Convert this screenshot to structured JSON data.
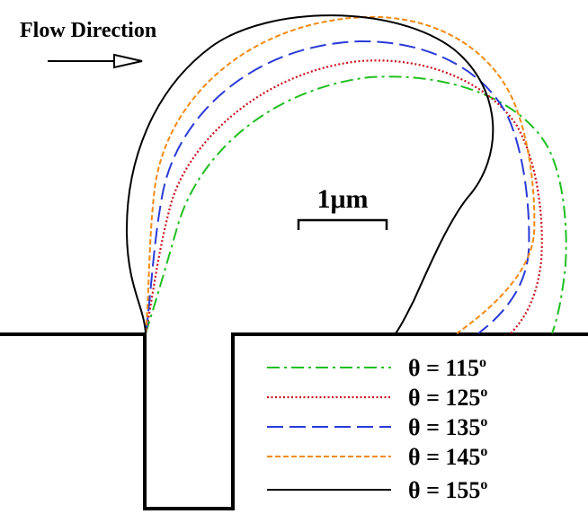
{
  "header": {
    "flow_label": "Flow Direction"
  },
  "scale_bar": {
    "label": "1μm"
  },
  "legend": {
    "items": [
      {
        "theta": "θ",
        "eq": " = ",
        "value": "115",
        "sup": "o",
        "color": "#1fbf1f",
        "style": "dash-dot"
      },
      {
        "theta": "θ",
        "eq": " = ",
        "value": "125",
        "sup": "o",
        "color": "#c8141e",
        "style": "dotted"
      },
      {
        "theta": "θ",
        "eq": " = ",
        "value": "135",
        "sup": "o",
        "color": "#2a3ad8",
        "style": "long-dash"
      },
      {
        "theta": "θ",
        "eq": " = ",
        "value": "145",
        "sup": "o",
        "color": "#f28a14",
        "style": "short-dash"
      },
      {
        "theta": "θ",
        "eq": " = ",
        "value": "155",
        "sup": "o",
        "color": "#000000",
        "style": "solid"
      }
    ]
  }
}
